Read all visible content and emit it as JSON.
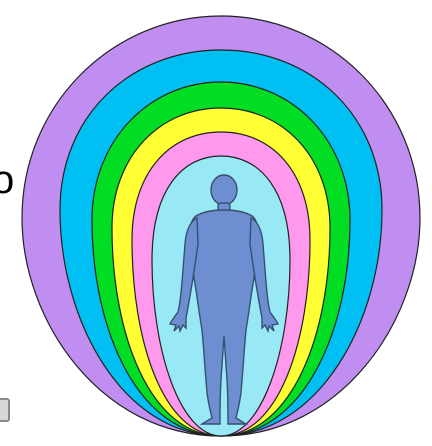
{
  "diagram": {
    "edge_text": "o",
    "layers": [
      {
        "name": "outer-layer",
        "color": "#c08ef0"
      },
      {
        "name": "blue-layer",
        "color": "#00bff2"
      },
      {
        "name": "green-layer",
        "color": "#00dd22"
      },
      {
        "name": "yellow-layer",
        "color": "#ffff33"
      },
      {
        "name": "pink-layer",
        "color": "#ff99ee"
      },
      {
        "name": "inner-layer",
        "color": "#99e8f5"
      }
    ],
    "figure": {
      "fill": "#6d8fd1",
      "outline": "#37506f"
    }
  }
}
